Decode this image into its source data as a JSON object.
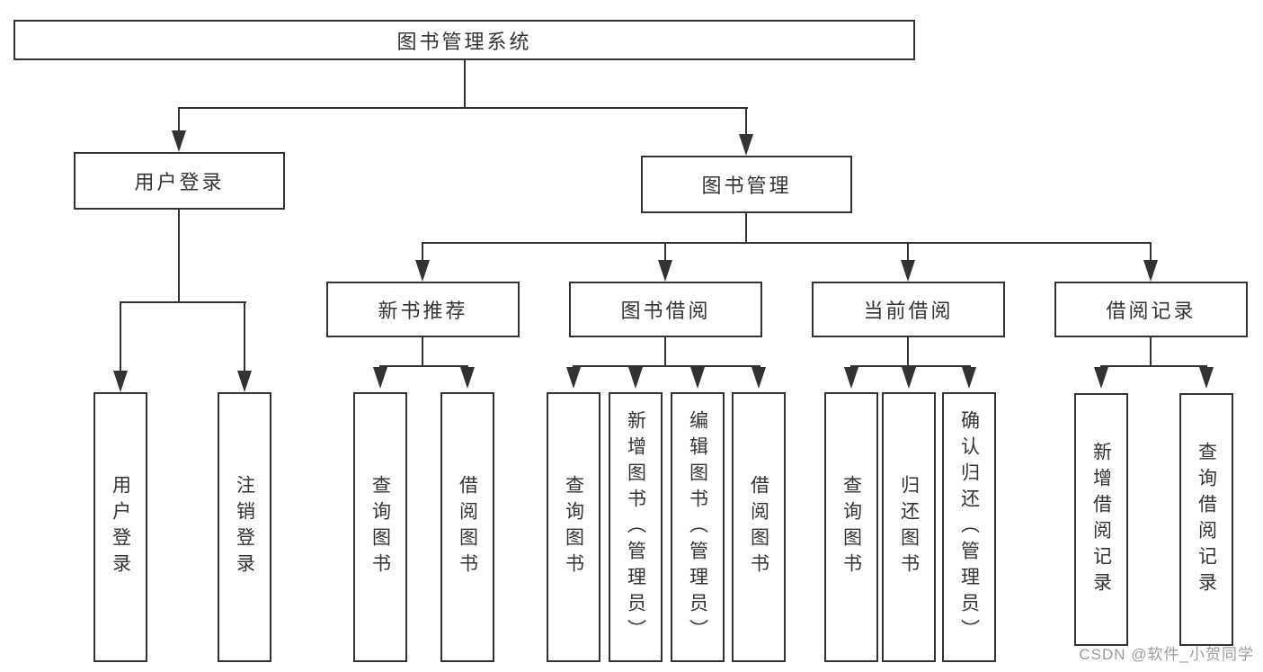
{
  "watermark": "CSDN @软件_小贺同学",
  "colors": {
    "line": "#333333",
    "text": "#333333",
    "background": "#ffffff",
    "watermark": "#9b9b9b"
  },
  "tree": {
    "root": "图书管理系统",
    "children": [
      {
        "label": "用户登录",
        "children": [
          "用户登录",
          "注销登录"
        ]
      },
      {
        "label": "图书管理",
        "children": [
          {
            "label": "新书推荐",
            "children": [
              "查询图书",
              "借阅图书"
            ]
          },
          {
            "label": "图书借阅",
            "children": [
              "查询图书",
              "新增图书（管理员）",
              "编辑图书（管理员）",
              "借阅图书"
            ]
          },
          {
            "label": "当前借阅",
            "children": [
              "查询图书",
              "归还图书",
              "确认归还（管理员）"
            ]
          },
          {
            "label": "借阅记录",
            "children": [
              "新增借阅记录",
              "查询借阅记录"
            ]
          }
        ]
      }
    ]
  }
}
